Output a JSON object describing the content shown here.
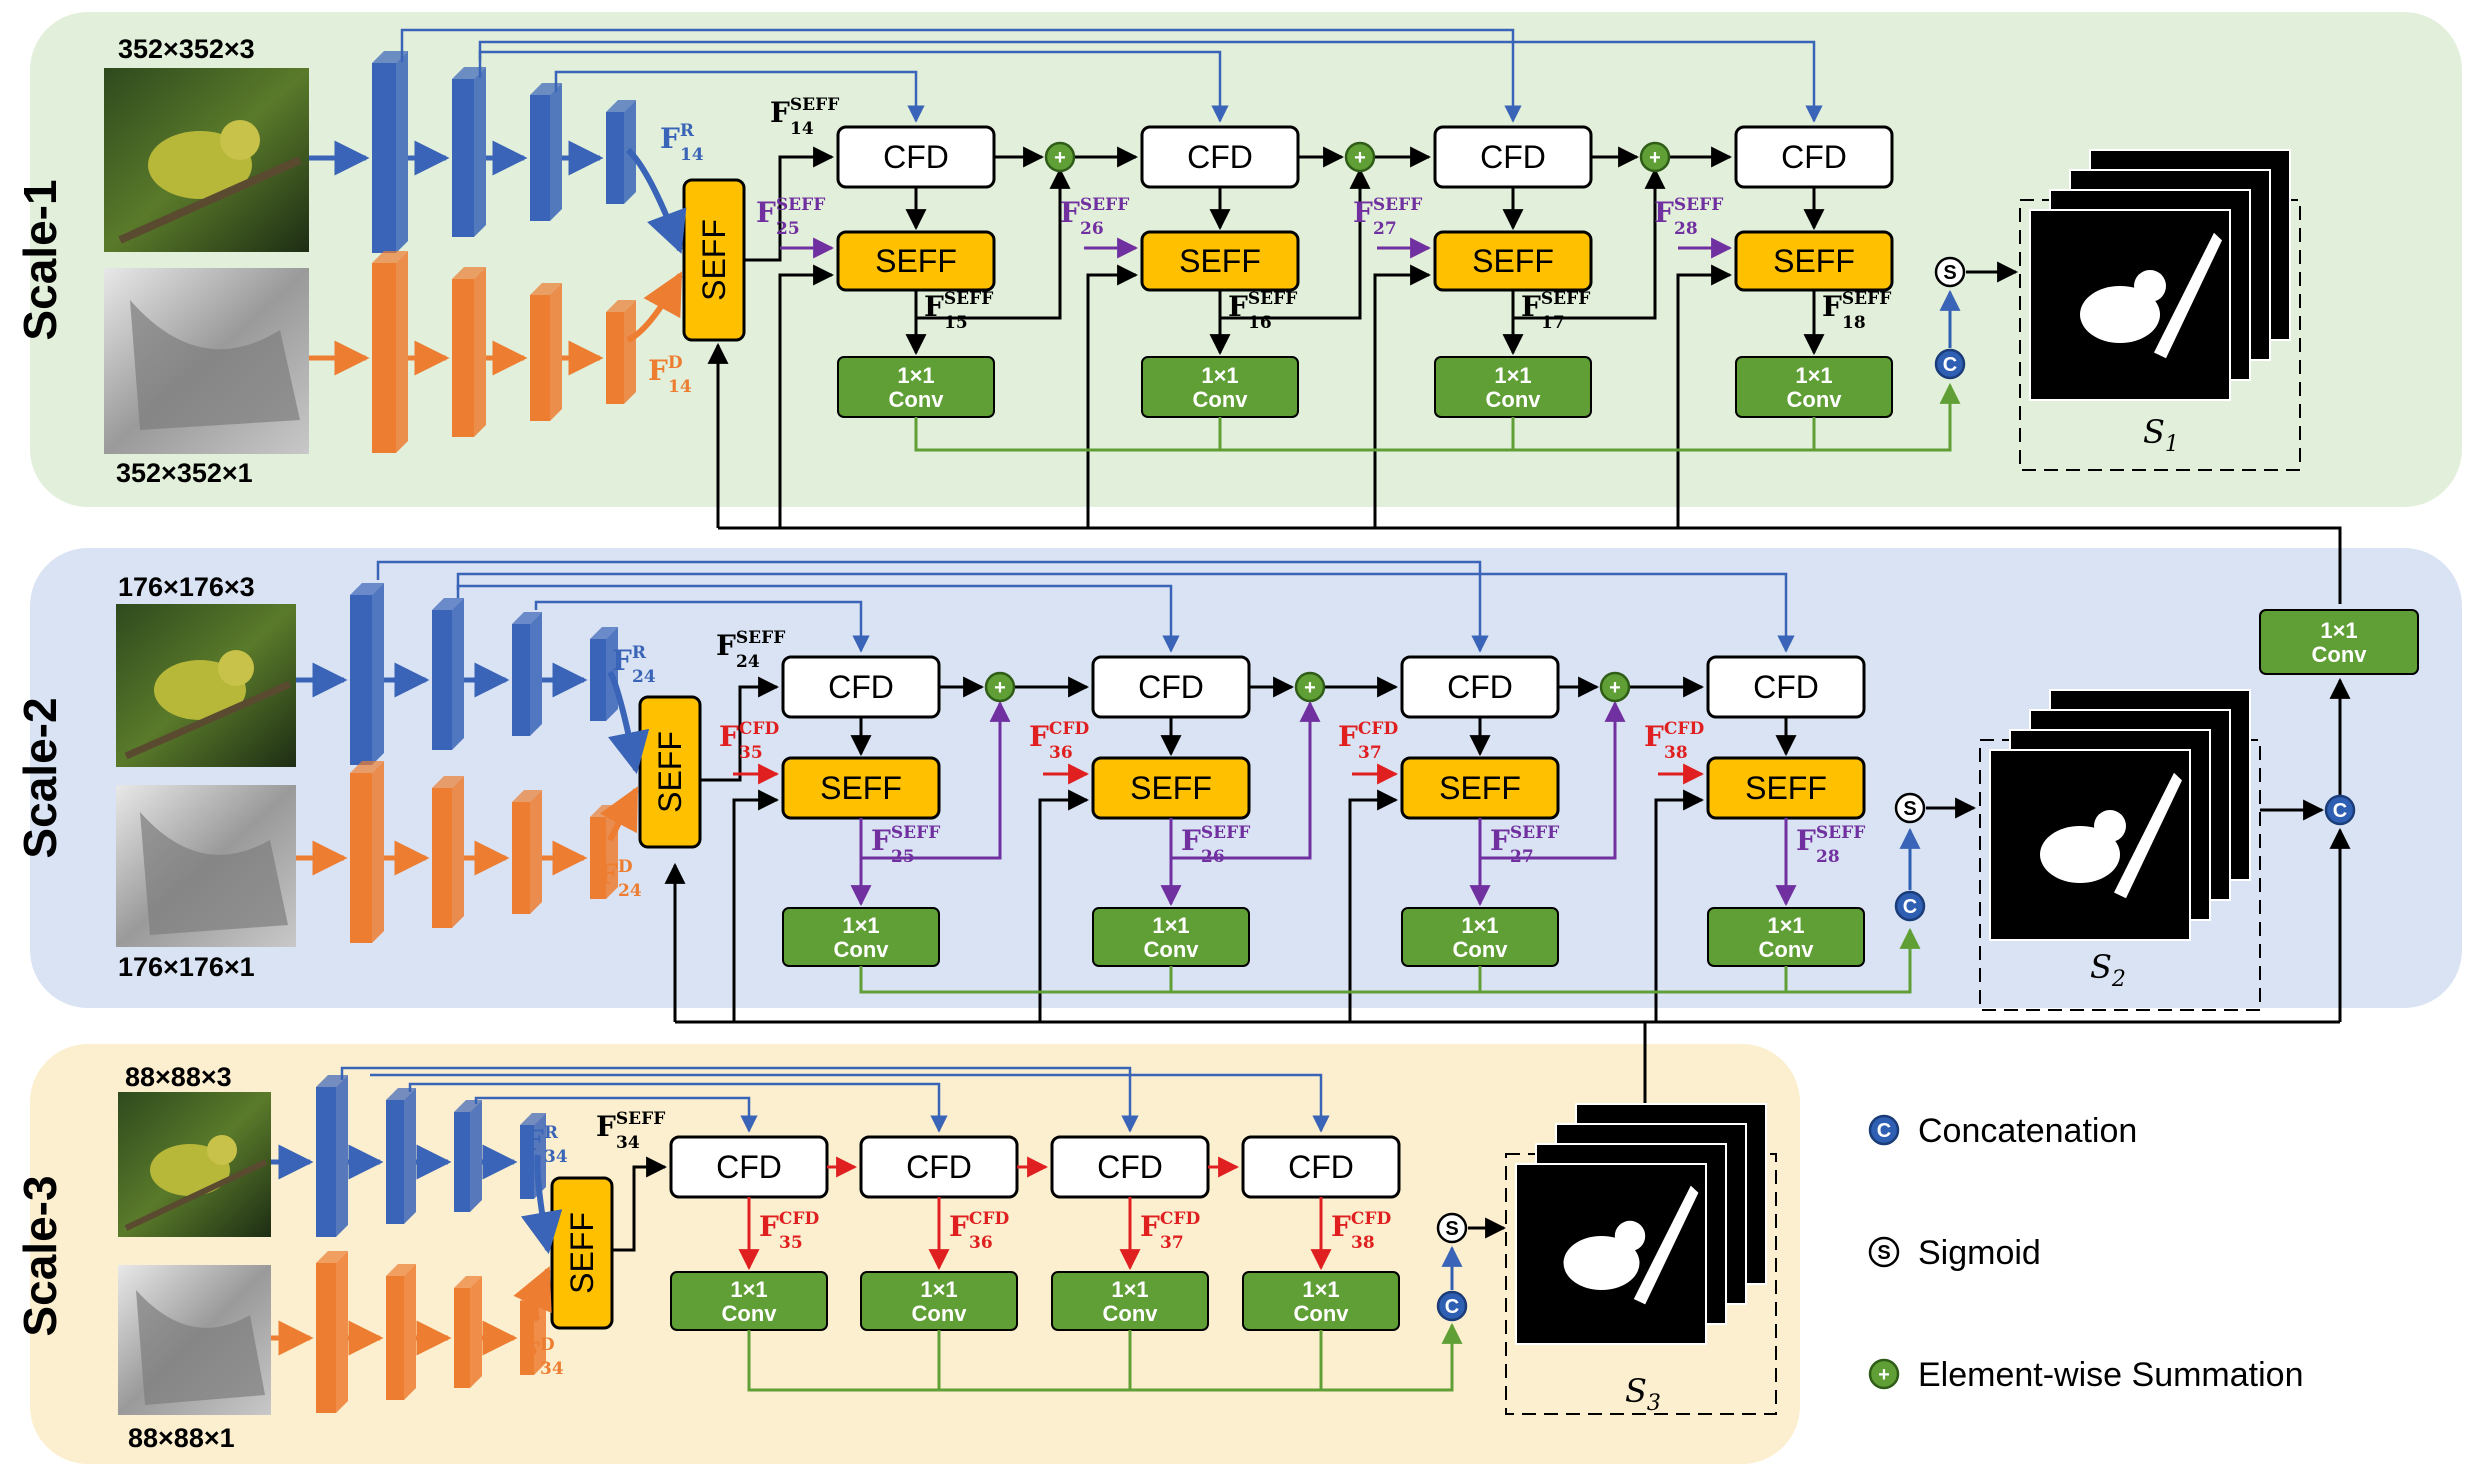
{
  "scales": [
    {
      "label": "Scale-1",
      "rgb_dim": "352×352×3",
      "depth_dim": "352×352×1",
      "output": "S",
      "output_sub": "1"
    },
    {
      "label": "Scale-2",
      "rgb_dim": "176×176×3",
      "depth_dim": "176×176×1",
      "output": "S",
      "output_sub": "2"
    },
    {
      "label": "Scale-3",
      "rgb_dim": "88×88×3",
      "depth_dim": "88×88×1",
      "output": "S",
      "output_sub": "3"
    }
  ],
  "blocks": {
    "cfd": "CFD",
    "seff": "SEFF",
    "conv_line1": "1×1",
    "conv_line2": "Conv"
  },
  "features": {
    "scale1": {
      "rgb": {
        "base": "F",
        "sup": "R",
        "sub": "14"
      },
      "depth": {
        "base": "F",
        "sup": "D",
        "sub": "14"
      },
      "seff_out": {
        "base": "F",
        "sup": "SEFF",
        "sub": "14"
      },
      "seff_in": [
        {
          "base": "F",
          "sup": "SEFF",
          "sub": "25"
        },
        {
          "base": "F",
          "sup": "SEFF",
          "sub": "26"
        },
        {
          "base": "F",
          "sup": "SEFF",
          "sub": "27"
        },
        {
          "base": "F",
          "sup": "SEFF",
          "sub": "28"
        }
      ],
      "seff_down": [
        {
          "base": "F",
          "sup": "SEFF",
          "sub": "15"
        },
        {
          "base": "F",
          "sup": "SEFF",
          "sub": "16"
        },
        {
          "base": "F",
          "sup": "SEFF",
          "sub": "17"
        },
        {
          "base": "F",
          "sup": "SEFF",
          "sub": "18"
        }
      ]
    },
    "scale2": {
      "rgb": {
        "base": "F",
        "sup": "R",
        "sub": "24"
      },
      "depth": {
        "base": "F",
        "sup": "D",
        "sub": "24"
      },
      "seff_out": {
        "base": "F",
        "sup": "SEFF",
        "sub": "24"
      },
      "cfd_in": [
        {
          "base": "F",
          "sup": "CFD",
          "sub": "35"
        },
        {
          "base": "F",
          "sup": "CFD",
          "sub": "36"
        },
        {
          "base": "F",
          "sup": "CFD",
          "sub": "37"
        },
        {
          "base": "F",
          "sup": "CFD",
          "sub": "38"
        }
      ],
      "seff_down": [
        {
          "base": "F",
          "sup": "SEFF",
          "sub": "25"
        },
        {
          "base": "F",
          "sup": "SEFF",
          "sub": "26"
        },
        {
          "base": "F",
          "sup": "SEFF",
          "sub": "27"
        },
        {
          "base": "F",
          "sup": "SEFF",
          "sub": "28"
        }
      ]
    },
    "scale3": {
      "rgb": {
        "base": "F",
        "sup": "R",
        "sub": "34"
      },
      "depth": {
        "base": "F",
        "sup": "D",
        "sub": "34"
      },
      "seff_out": {
        "base": "F",
        "sup": "SEFF",
        "sub": "34"
      },
      "cfd_down": [
        {
          "base": "F",
          "sup": "CFD",
          "sub": "35"
        },
        {
          "base": "F",
          "sup": "CFD",
          "sub": "36"
        },
        {
          "base": "F",
          "sup": "CFD",
          "sub": "37"
        },
        {
          "base": "F",
          "sup": "CFD",
          "sub": "38"
        }
      ]
    }
  },
  "node_symbols": {
    "concat": "C",
    "sigmoid": "S",
    "sum": "+"
  },
  "legend": [
    {
      "symbol": "C",
      "label": "Concatenation"
    },
    {
      "symbol": "S",
      "label": "Sigmoid"
    },
    {
      "symbol": "+",
      "label": "Element-wise Summation"
    }
  ],
  "colors": {
    "scale1_bg": "#e2efda",
    "scale2_bg": "#dae3f3",
    "scale3_bg": "#fcefcf",
    "rgb_encoder": "#3a64b7",
    "depth_encoder": "#ed7d31",
    "seff": "#ffc000",
    "conv": "#5f9f35",
    "concat": "#2f5fb3",
    "sum": "#5f9f35",
    "seff_label": "#7030a0",
    "cfd_label": "#e02020",
    "depth_label": "#ed7d31"
  }
}
